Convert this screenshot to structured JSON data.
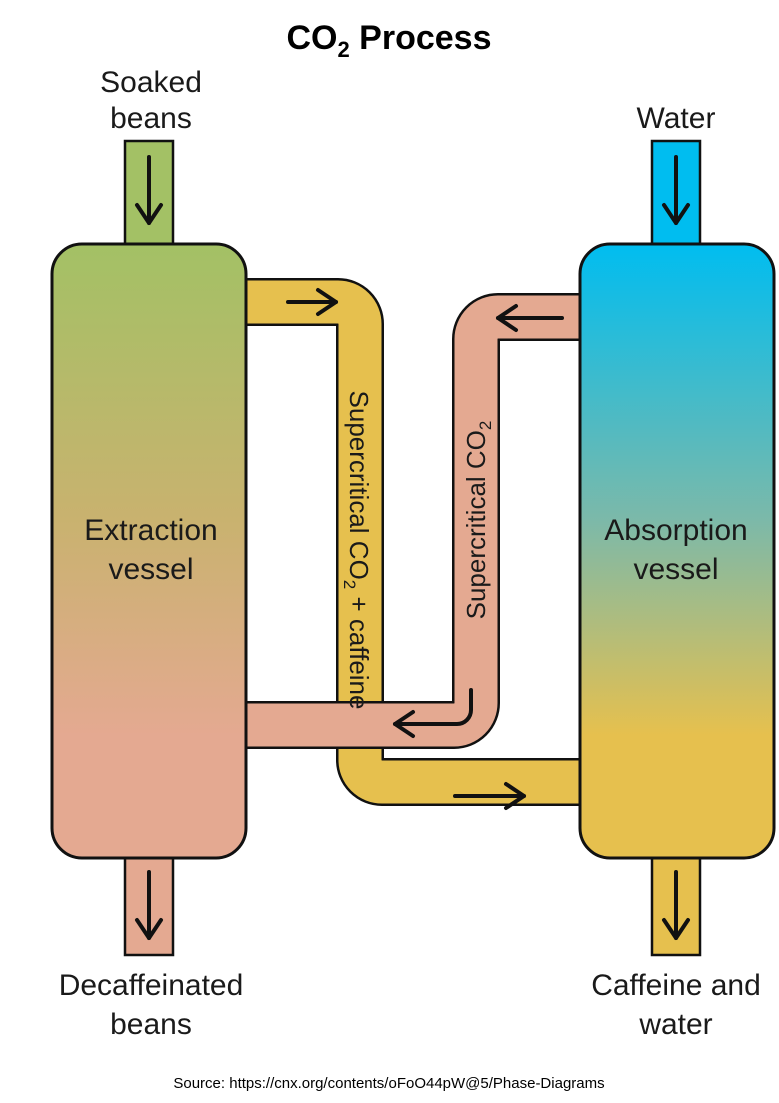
{
  "title": {
    "prefix": "CO",
    "subscript": "2",
    "suffix": " Process"
  },
  "inputs": {
    "beans_line1": "Soaked",
    "beans_line2": "beans",
    "water": "Water"
  },
  "outputs": {
    "decaf_line1": "Decaffeinated",
    "decaf_line2": "beans",
    "caffeine_line1": "Caffeine and",
    "caffeine_line2": "water"
  },
  "vessels": {
    "extraction_line1": "Extraction",
    "extraction_line2": "vessel",
    "absorption_line1": "Absorption",
    "absorption_line2": "vessel"
  },
  "pipes": {
    "left_prefix": "Supercritical CO",
    "left_subscript": "2",
    "left_suffix": " + caffeine",
    "right_prefix": "Supercritical CO",
    "right_subscript": "2"
  },
  "source": "Source: https://cnx.org/contents/oFoO44pW@5/Phase-Diagrams",
  "colors": {
    "green": "#a3c165",
    "salmon": "#e4a991",
    "gold": "#e6c04e",
    "blue": "#00bdf0",
    "outline": "#111111"
  }
}
